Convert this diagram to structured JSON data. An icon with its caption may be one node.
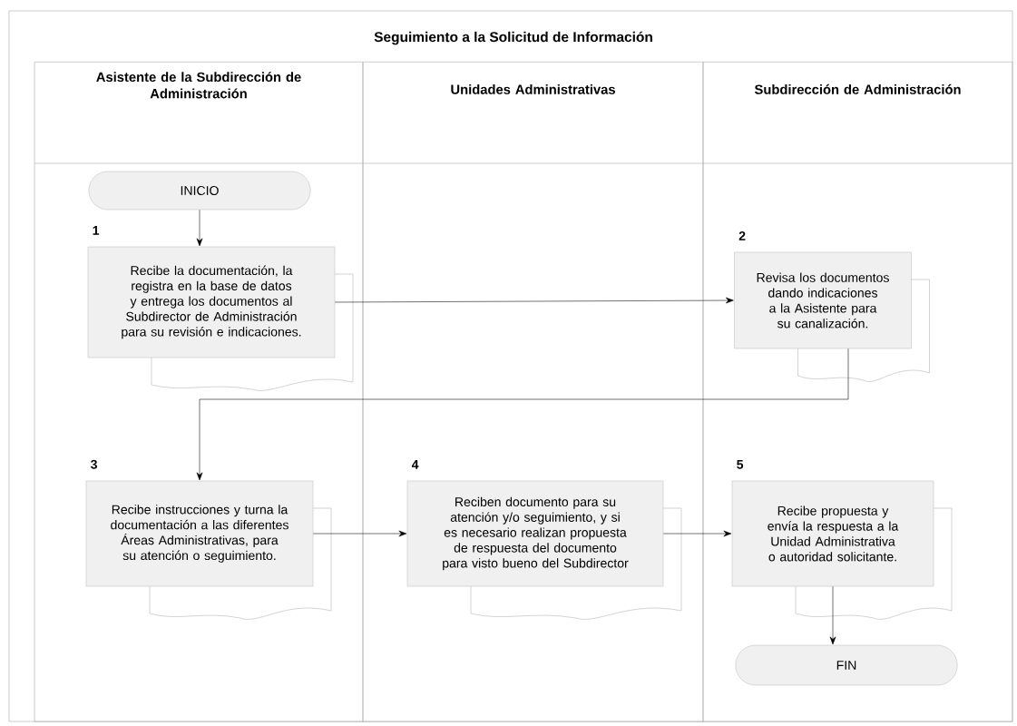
{
  "diagram": {
    "title": "Seguimiento a la Solicitud de Información",
    "nodes": [
      {
        "text": [
          "Asistente de la Subdirección de Administración"
        ]
      },
      {
        "text": [
          "Unidades Administrativas"
        ]
      },
      {
        "text": [
          "Subdirección de Administración"
        ]
      },
      {
        "text": [
          "INICIO"
        ],
        "in": 0
      },
      {
        "text": [
          "Recibe la documentación, la registra en la base de datos y entrega los documentos al Subdirector de Administración para su revisión e indicaciones."
        ],
        "in": 0,
        "beside": [
          "1"
        ]
      },
      {
        "text": [
          "Revisa los documentos dando indicaciones a la Asistente para su canalización."
        ],
        "in": 2,
        "beside": [
          "2"
        ]
      },
      {
        "text": [
          "Recibe instrucciones y turna la documentación a las diferentes Áreas Administrativas, para su atención o seguimiento."
        ],
        "in": 0,
        "beside": [
          "3"
        ]
      },
      {
        "text": [
          "Reciben documento para su atención y/o seguimiento, y si es necesario realizan propuesta de respuesta del documento para visto bueno del Subdirector"
        ],
        "in": 1,
        "beside": [
          "4"
        ]
      },
      {
        "text": [
          "Recibe propuesta y envía la respuesta a la Unidad Administrativa o autoridad solicitante."
        ],
        "in": 2,
        "beside": [
          "5"
        ]
      },
      {
        "text": [
          "FIN"
        ],
        "in": 2
      }
    ],
    "edges": [
      {
        "from": 3,
        "to": 4,
        "arrow": "to"
      },
      {
        "from": 4,
        "to": 5,
        "arrow": "to"
      },
      {
        "from": 5,
        "to": 6,
        "arrow": "to"
      },
      {
        "from": 6,
        "to": 7,
        "arrow": "to"
      },
      {
        "from": 7,
        "to": 8,
        "arrow": "to"
      },
      {
        "from": 8,
        "to": 9,
        "arrow": "to"
      }
    ]
  }
}
